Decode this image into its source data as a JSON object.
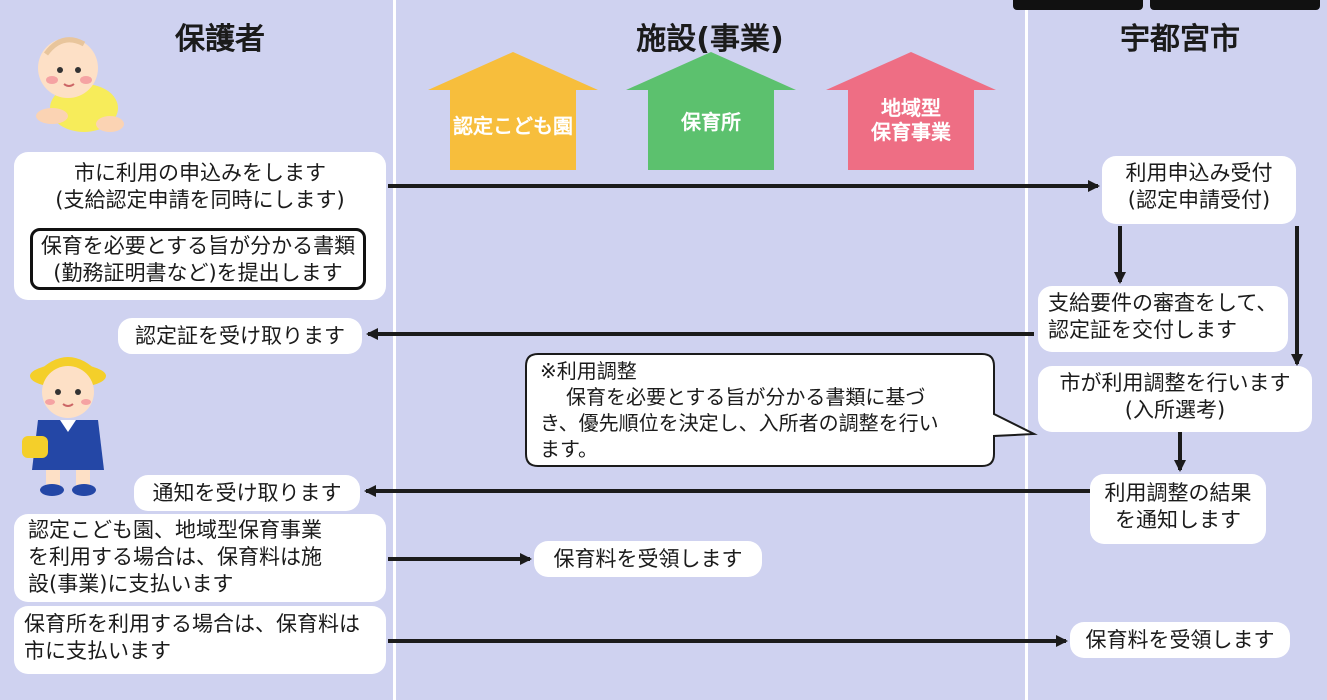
{
  "columns": {
    "guardian": "保護者",
    "facility": "施設(事業)",
    "city": "宇都宮市"
  },
  "facilities": [
    {
      "label": "認定こども園",
      "color": "#f7be3c"
    },
    {
      "label": "保育所",
      "color": "#5cc16e"
    },
    {
      "label": "地域型\n保育事業",
      "color": "#ee6e84"
    }
  ],
  "guardian_steps": {
    "apply_line1": "市に利用の申込みをします",
    "apply_line2": "(支給認定申請を同時にします)",
    "docs_line1": "保育を必要とする旨が分かる書類",
    "docs_line2": "(勤務証明書など)を提出します",
    "receive_cert": "認定証を受け取ります",
    "receive_notice": "通知を受け取ります",
    "pay_facility_line1": "認定こども園、地域型保育事業",
    "pay_facility_line2": "を利用する場合は、保育料は施",
    "pay_facility_line3": "設(事業)に支払います",
    "pay_city_line1": "保育所を利用する場合は、保育料は",
    "pay_city_line2": "市に支払います"
  },
  "facility_steps": {
    "receive_fee": "保育料を受領します"
  },
  "city_steps": {
    "accept_line1": "利用申込み受付",
    "accept_line2": "(認定申請受付)",
    "review_line1": "支給要件の審査をして、",
    "review_line2": "認定証を交付します",
    "adjust_line1": "市が利用調整を行います",
    "adjust_line2": "(入所選考)",
    "notify_line1": "利用調整の結果",
    "notify_line2": "を通知します",
    "receive_fee": "保育料を受領します"
  },
  "callout": {
    "title": "※利用調整",
    "line1": "保育を必要とする旨が分かる書類に基づ",
    "line2": "き、優先順位を決定し、入所者の調整を行い",
    "line3": "ます。"
  },
  "icons": [
    "baby-icon",
    "kindergartener-icon"
  ],
  "colors": {
    "background": "#cfd2f0",
    "box": "#ffffff",
    "arrow": "#1b1b1b"
  }
}
